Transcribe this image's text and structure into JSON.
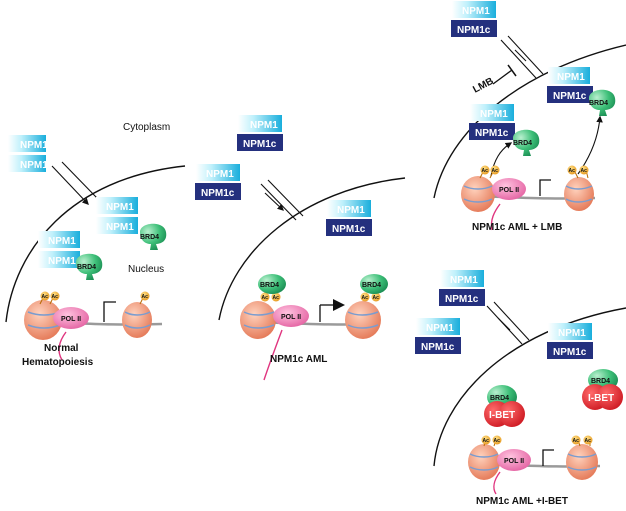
{
  "colors": {
    "npm1_light": "#bff0fb",
    "npm1_dark": "#19aedc",
    "npm1c": "#24307e",
    "brd4": "#1f9a5a",
    "ibet": "#e0202a",
    "pol2": "#f177b0",
    "nucleosome": "#f08a68",
    "acetyl": "#f2a81a",
    "rna": "#e0357f"
  },
  "labels": {
    "npm1": "NPM1",
    "npm1c": "NPM1c",
    "brd4": "BRD4",
    "pol2": "POL II",
    "ac": "Ac",
    "ibet": "I-BET",
    "cytoplasm": "Cytoplasm",
    "nucleus": "Nucleus",
    "lmb": "LMB"
  },
  "panels": {
    "normal": {
      "title_line1": "Normal",
      "title_line2": "Hematopoiesis"
    },
    "aml": {
      "title": "NPM1c AML"
    },
    "lmb": {
      "title": "NPM1c AML + LMB"
    },
    "ibet": {
      "title": "NPM1c AML +I-BET"
    }
  }
}
